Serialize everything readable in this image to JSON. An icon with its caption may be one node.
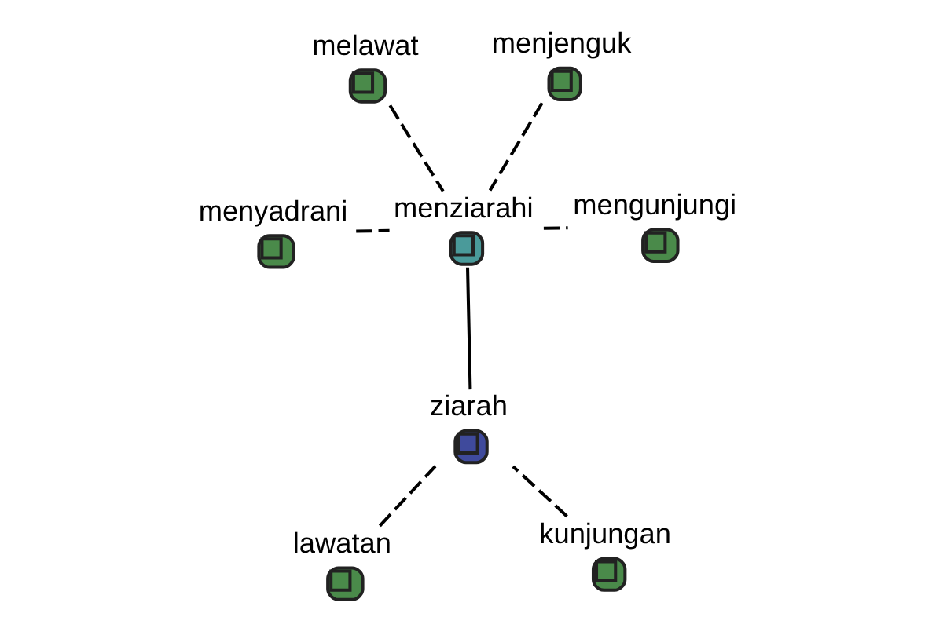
{
  "diagram": {
    "nodes": [
      {
        "text": [
          "ziarah"
        ]
      },
      {
        "text": [
          "kunjungan"
        ]
      },
      {
        "text": [
          "lawatan"
        ]
      },
      {
        "text": [
          "menziarahi"
        ]
      },
      {
        "text": [
          "menjenguk"
        ]
      },
      {
        "text": [
          "melawat"
        ]
      },
      {
        "text": [
          "menyadrani"
        ]
      },
      {
        "text": [
          "mengunjungi"
        ]
      }
    ],
    "edges": [
      {
        "from": 1,
        "to": 0,
        "arrow": "none",
        "style": "dashed"
      },
      {
        "from": 2,
        "to": 0,
        "arrow": "none",
        "style": "dashed"
      },
      {
        "from": 0,
        "to": 3,
        "arrow": "none"
      },
      {
        "from": 4,
        "to": 3,
        "arrow": "none",
        "style": "dashed"
      },
      {
        "from": 5,
        "to": 3,
        "arrow": "none",
        "style": "dashed"
      },
      {
        "from": 6,
        "to": 3,
        "arrow": "none",
        "style": "dashed"
      },
      {
        "from": 3,
        "to": 7,
        "arrow": "none",
        "style": "dashed"
      }
    ]
  }
}
